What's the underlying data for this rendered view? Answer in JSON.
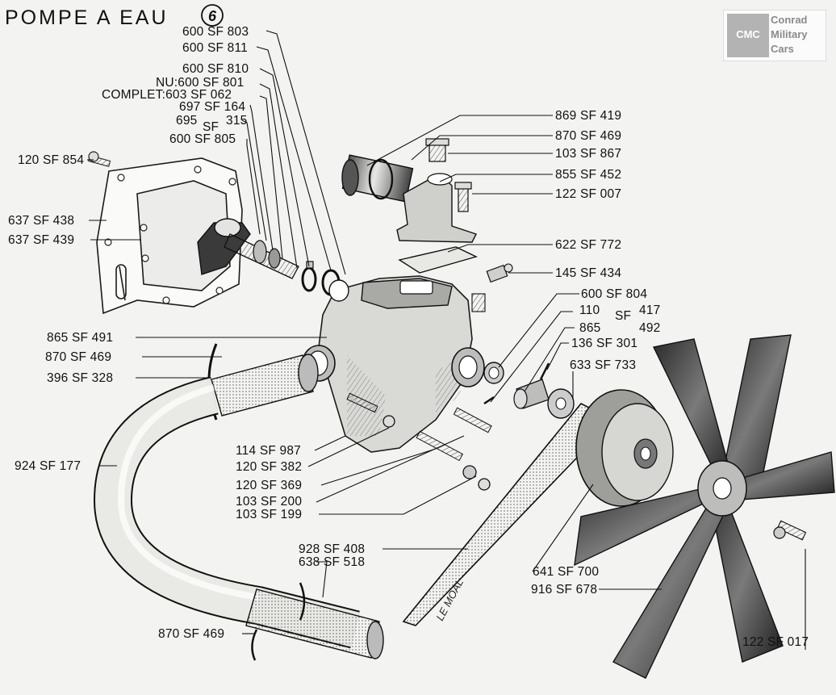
{
  "title": "POMPE A EAU",
  "plate_number": "6",
  "logo": {
    "badge": "CMC",
    "line1": "Conrad",
    "line2": "Military",
    "line3": "Cars"
  },
  "signature": "LE MOAL",
  "labels": [
    "600 SF 803",
    "600 SF 811",
    "600 SF 810",
    "NU:600 SF 801",
    "COMPLET:603 SF 062",
    "697 SF 164",
    "695",
    "SF",
    "315",
    "600 SF 805",
    "120 SF 854",
    "637 SF 438",
    "637 SF 439",
    "865 SF 491",
    "870 SF 469",
    "396 SF 328",
    "924 SF 177",
    "114 SF 987",
    "120 SF 382",
    "120 SF 369",
    "103 SF 200",
    "103 SF 199",
    "928 SF 408",
    "638 SF 518",
    "870 SF 469",
    "869 SF 419",
    "870 SF 469",
    "103 SF 867",
    "855 SF 452",
    "122 SF 007",
    "622 SF 772",
    "145 SF 434",
    "600 SF 804",
    "110",
    "SF",
    "417",
    "865",
    "492",
    "136 SF 301",
    "633 SF 733",
    "641 SF 700",
    "916 SF 678",
    "122 SF 017"
  ]
}
